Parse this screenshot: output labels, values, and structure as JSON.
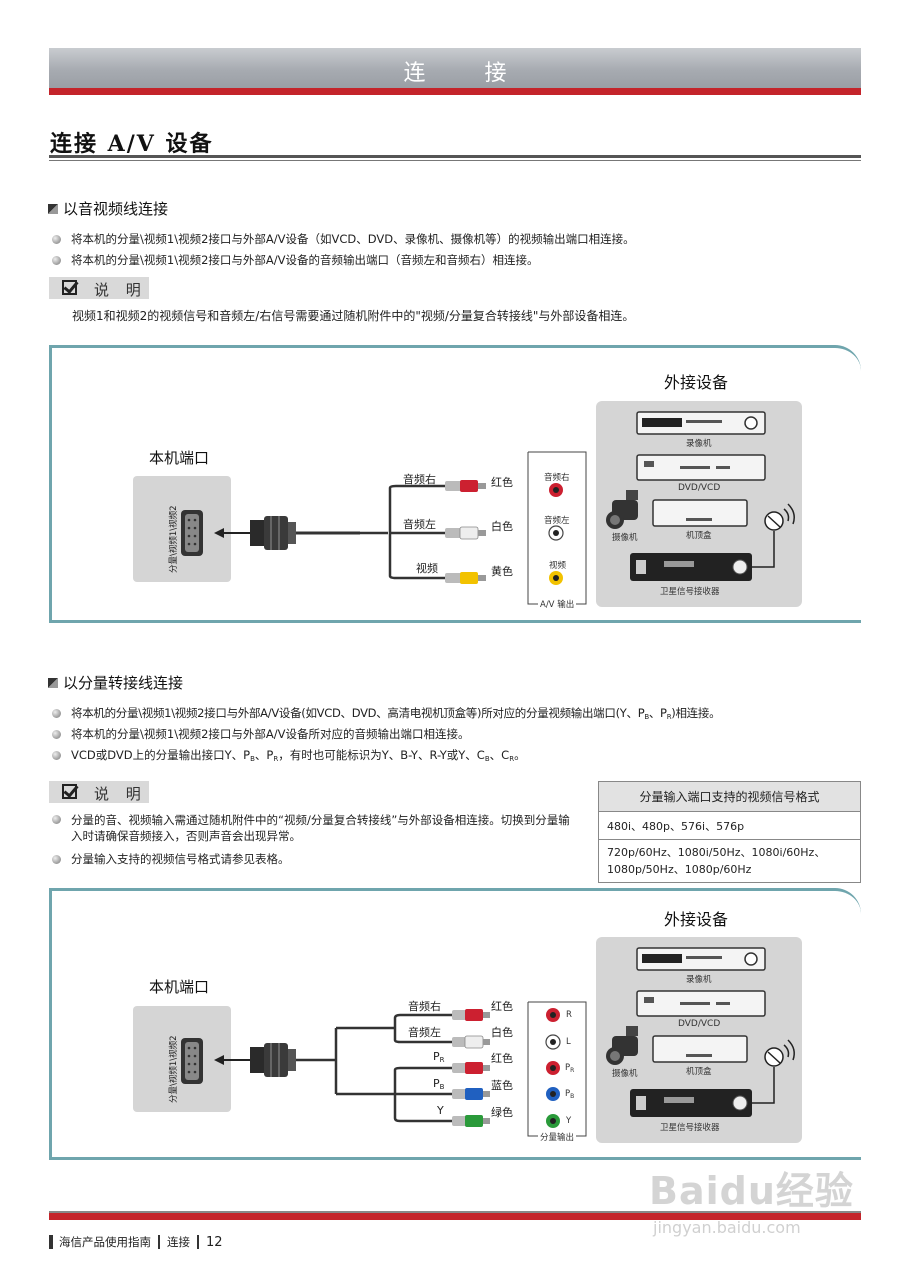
{
  "header": {
    "title": "连 接"
  },
  "page": {
    "title": "连接 A/V 设备"
  },
  "section1": {
    "heading": "以音视频线连接",
    "bullets": [
      "将本机的分量\\视频1\\视频2接口与外部A/V设备（如VCD、DVD、录像机、摄像机等）的视频输出端口相连接。",
      "将本机的分量\\视频1\\视频2接口与外部A/V设备的音频输出端口（音频左和音频右）相连接。"
    ],
    "note_label": "说 明",
    "note_text": "视频1和视频2的视频信号和音频左/右信号需要通过随机附件中的\"视频/分量复合转接线\"与外部设备相连。"
  },
  "diagram1": {
    "ext_title": "外接设备",
    "port_title": "本机端口",
    "port_vlabel": "分量\\视频1\\视频2",
    "cables": [
      {
        "name": "音频右",
        "color_label": "红色",
        "port": "音频右",
        "plug_color": "#cc2030"
      },
      {
        "name": "音频左",
        "color_label": "白色",
        "port": "音频左",
        "plug_color": "#eeeeee"
      },
      {
        "name": "视频",
        "color_label": "黄色",
        "port": "视频",
        "plug_color": "#f2c200"
      }
    ],
    "output_label": "A/V 输出",
    "devices": [
      "录像机",
      "DVD/VCD",
      "摄像机",
      "机顶盒",
      "卫星信号接收器"
    ]
  },
  "section2": {
    "heading": "以分量转接线连接",
    "bullet1": "将本机的分量\\视频1\\视频2接口与外部A/V设备(如VCD、DVD、高清电视机顶盒等)所对应的分量视频输出端口(Y、P",
    "bullet1_sub_b": "B",
    "bullet1_mid": "、P",
    "bullet1_sub_r": "R",
    "bullet1_end": ")相连接。",
    "bullet2": "将本机的分量\\视频1\\视频2接口与外部A/V设备所对应的音频输出端口相连接。",
    "bullet3_a": "VCD或DVD上的分量输出接口Y、P",
    "bullet3_b": "、P",
    "bullet3_c": "，有时也可能标识为Y、B-Y、R-Y或Y、C",
    "bullet3_d": "、C",
    "bullet3_e": "。",
    "note_label": "说 明",
    "notes": [
      "分量的音、视频输入需通过随机附件中的“视频/分量复合转接线”与外部设备相连接。切换到分量输入时请确保音频接入，否则声音会出现异常。",
      "分量输入支持的视频信号格式请参见表格。"
    ]
  },
  "table": {
    "header": "分量输入端口支持的视频信号格式",
    "row1": "480i、480p、576i、576p",
    "row2": "720p/60Hz、1080i/50Hz、1080i/60Hz、1080p/50Hz、1080p/60Hz"
  },
  "diagram2": {
    "ext_title": "外接设备",
    "port_title": "本机端口",
    "port_vlabel": "分量\\视频1\\视频2",
    "cables": [
      {
        "name": "音频右",
        "color_label": "红色",
        "port": "R",
        "plug_color": "#cc2030"
      },
      {
        "name": "音频左",
        "color_label": "白色",
        "port": "L",
        "plug_color": "#eeeeee"
      },
      {
        "name": "P",
        "sub": "R",
        "color_label": "红色",
        "port": "P",
        "port_sub": "R",
        "plug_color": "#cc2030"
      },
      {
        "name": "P",
        "sub": "B",
        "color_label": "蓝色",
        "port": "P",
        "port_sub": "B",
        "plug_color": "#2060c0"
      },
      {
        "name": "Y",
        "color_label": "绿色",
        "port": "Y",
        "plug_color": "#2a9a3a"
      }
    ],
    "output_label": "分量输出",
    "devices": [
      "录像机",
      "DVD/VCD",
      "摄像机",
      "机顶盒",
      "卫星信号接收器"
    ]
  },
  "footer": {
    "guide": "海信产品使用指南",
    "section": "连接",
    "page_number": "12"
  },
  "watermark": {
    "logo": "Baidu经验",
    "url": "jingyan.baidu.com"
  }
}
